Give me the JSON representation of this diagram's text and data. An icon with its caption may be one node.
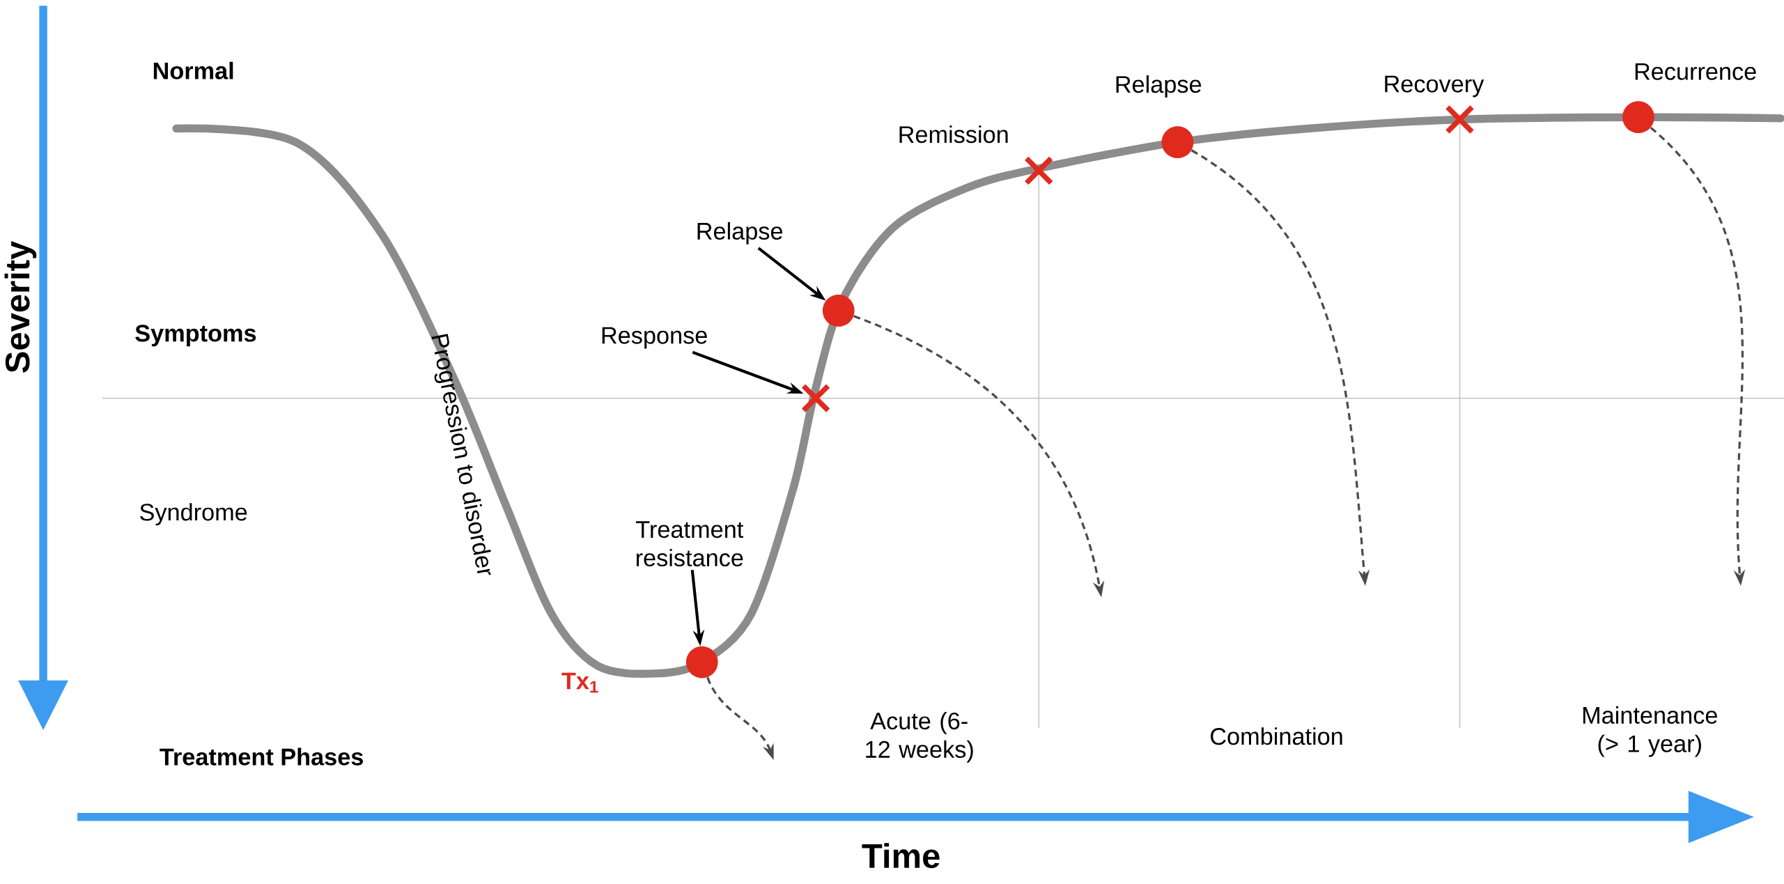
{
  "diagram": {
    "nodes": [
      {
        "text": [
          "Treatment resistance"
        ]
      },
      {
        "text": [],
        "shape": "circle"
      },
      {
        "text": [
          "Relapse"
        ]
      },
      {
        "text": [],
        "shape": "circle"
      },
      {
        "text": [
          "Response"
        ]
      },
      {
        "text": [],
        "shape": "cross"
      },
      {
        "text": [],
        "shape": "cross",
        "beside": [
          "Remission"
        ]
      },
      {
        "text": [],
        "shape": "circle",
        "beside": [
          "Relapse"
        ]
      },
      {
        "text": [],
        "shape": "cross",
        "beside": [
          "Recovery"
        ]
      },
      {
        "text": [],
        "shape": "circle",
        "beside": [
          "Recurrence"
        ]
      }
    ],
    "edges": [
      {
        "from": 0,
        "to": 1,
        "arrow": "to"
      },
      {
        "from": 2,
        "to": 3,
        "arrow": "to"
      },
      {
        "from": 4,
        "to": 5,
        "arrow": "to"
      },
      {
        "from": 1,
        "to": null,
        "arrow": "to",
        "style": "dashed"
      },
      {
        "from": 3,
        "to": null,
        "arrow": "to",
        "style": "dashed"
      },
      {
        "from": 7,
        "to": null,
        "arrow": "to",
        "style": "dashed"
      },
      {
        "from": 9,
        "to": null,
        "arrow": "to",
        "style": "dashed"
      }
    ],
    "labels": [
      "Normal",
      "Symptoms",
      "Syndrome",
      "Treatment Phases",
      "Progression to disorder",
      "Tx$_{1}$",
      "Acute (6-12 weeks)",
      "Combination",
      "Maintenance (> 1 year)",
      "Severity",
      "Time"
    ]
  }
}
